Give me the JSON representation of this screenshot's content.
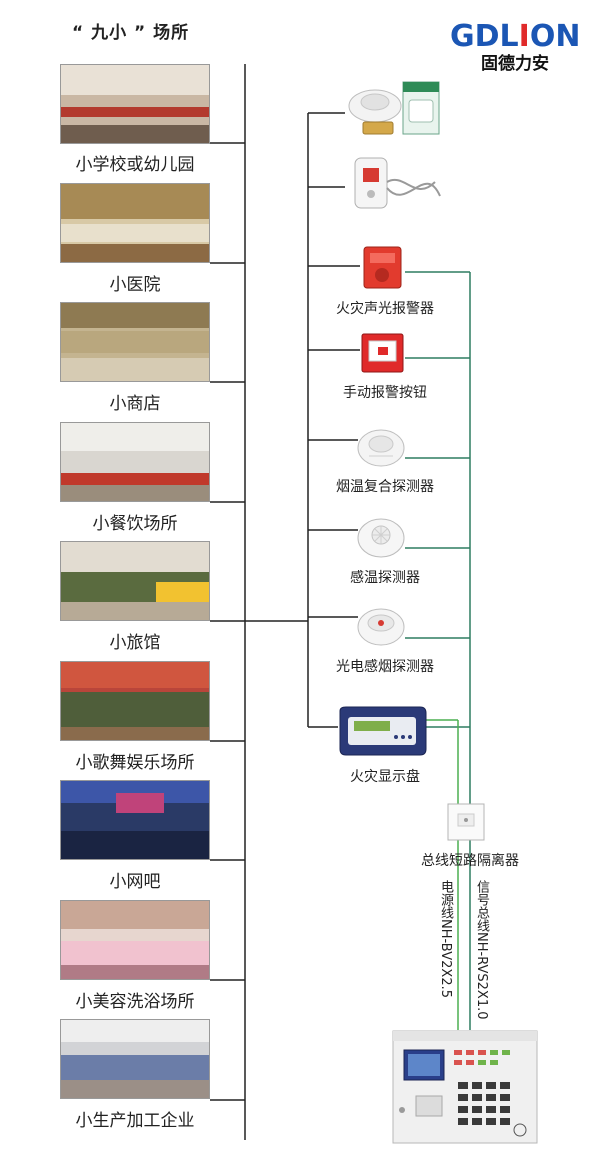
{
  "title": "“ 九小 ” 场所",
  "logo": {
    "brand_text": "GDLION",
    "brand_prefix": "GDL",
    "brand_bolt": "I",
    "brand_suffix": "ON",
    "subtitle": "固德力安"
  },
  "venues": [
    {
      "label": "小学校或幼儿园"
    },
    {
      "label": "小医院"
    },
    {
      "label": "小商店"
    },
    {
      "label": "小餐饮场所"
    },
    {
      "label": "小旅馆"
    },
    {
      "label": "小歌舞娱乐场所"
    },
    {
      "label": "小网吧"
    },
    {
      "label": "小美容洗浴场所"
    },
    {
      "label": "小生产加工企业"
    }
  ],
  "devices": [
    {
      "label": "",
      "icon": "smoke-detector-kit-icon"
    },
    {
      "label": "",
      "icon": "wired-detector-icon"
    },
    {
      "label": "火灾声光报警器",
      "icon": "sound-light-alarm-icon"
    },
    {
      "label": "手动报警按钮",
      "icon": "manual-call-point-icon"
    },
    {
      "label": "烟温复合探测器",
      "icon": "smoke-heat-detector-icon"
    },
    {
      "label": "感温探测器",
      "icon": "heat-detector-icon"
    },
    {
      "label": "光电感烟探测器",
      "icon": "photoelectric-smoke-detector-icon"
    },
    {
      "label": "火灾显示盘",
      "icon": "fire-display-panel-icon"
    }
  ],
  "isolator": {
    "label": "总线短路隔离器"
  },
  "cables": {
    "power": "电源线NH-BV2X2.5",
    "signal": "信号总线NH-RVS2X1.0"
  },
  "colors": {
    "bus_line": "#2e7d60",
    "power_line": "#4caf50",
    "frame_line": "#222222",
    "brand_blue": "#1b56b4",
    "brand_red": "#e02a2a"
  }
}
